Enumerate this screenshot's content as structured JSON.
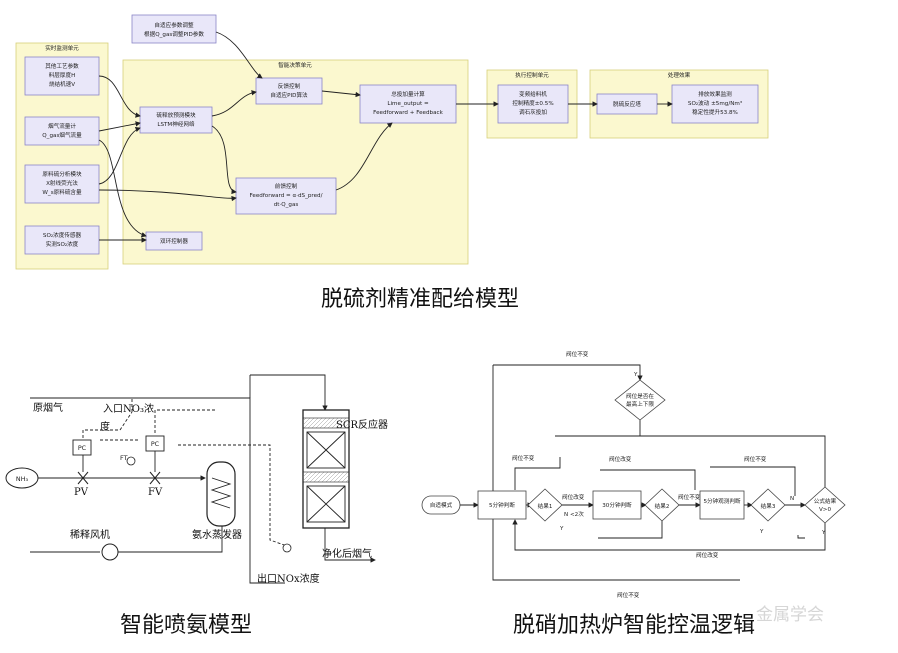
{
  "top": {
    "caption": "脱硫剂精准配给模型",
    "zones": {
      "monitor": "实时监测单元",
      "decision": "智能决策单元",
      "execute": "执行控制单元",
      "effect": "处理效果"
    },
    "adaptive": [
      "自适应参数调整",
      "根据Q_gas调整PID参数"
    ],
    "process_params": [
      "其他工艺参数",
      "料层厚度H",
      "烧结机速V"
    ],
    "flue_meter": [
      "烟气流量计",
      "Q_gas烟气流量"
    ],
    "raw_analysis": [
      "原料硫分析模块",
      "X射线荧光法",
      "W_s原料硫含量"
    ],
    "so2_sensor": [
      "SO₂浓度传感器",
      "实测SO₂浓度"
    ],
    "lstm": [
      "硫释放预测模块",
      "LSTM神经网络"
    ],
    "feedback": [
      "反馈控制",
      "自适应PID算法"
    ],
    "feedforward": [
      "前馈控制",
      "Feedforward = α·dS_pred/",
      "dt·Q_gas"
    ],
    "dual_loop": [
      "双环控制器"
    ],
    "total": [
      "总投加量计算",
      "Lime_output =",
      "Feedforward + Feedback"
    ],
    "feeder": [
      "变频给料机",
      "控制精度±0.5%",
      "调石灰投加"
    ],
    "reaction": [
      "脱硫反应塔"
    ],
    "result": [
      "排放效果监测",
      "SO₂波动 ±5mg/Nm³",
      "稳定性提升53.8%"
    ]
  },
  "ammonia": {
    "caption": "智能喷氨模型",
    "raw_flue": "原烟气",
    "inlet_nox": [
      "入口NO₃浓",
      "度"
    ],
    "pc": "PC",
    "ft": "FT",
    "nh3": "NH₃",
    "pv": "PV",
    "fv": "FV",
    "dilution_fan": "稀释风机",
    "evaporator": "氨水蒸发器",
    "scr": "SCR反应器",
    "clean_flue": "净化后烟气",
    "outlet_nox": "出口NOx浓度"
  },
  "heating": {
    "caption": "脱硝加热炉智能控温逻辑",
    "auto_mode": "自适模式",
    "judge1": "5分钟判断",
    "result1": "结果1",
    "judge2": "30分钟判断",
    "result2": "结果2",
    "judge3": "5分钟观测判断",
    "result3": "结果3",
    "formula": [
      "公式结果",
      "V>0"
    ],
    "top_decision": [
      "阀位是否在",
      "最高上下限"
    ],
    "lbl_valve_keep": "阀位不变",
    "lbl_valve_change": "阀位改变",
    "lbl_y": "Y",
    "lbl_n": "N",
    "lbl_n_twice": [
      "N",
      "<2次"
    ]
  },
  "watermark": "金属学会"
}
